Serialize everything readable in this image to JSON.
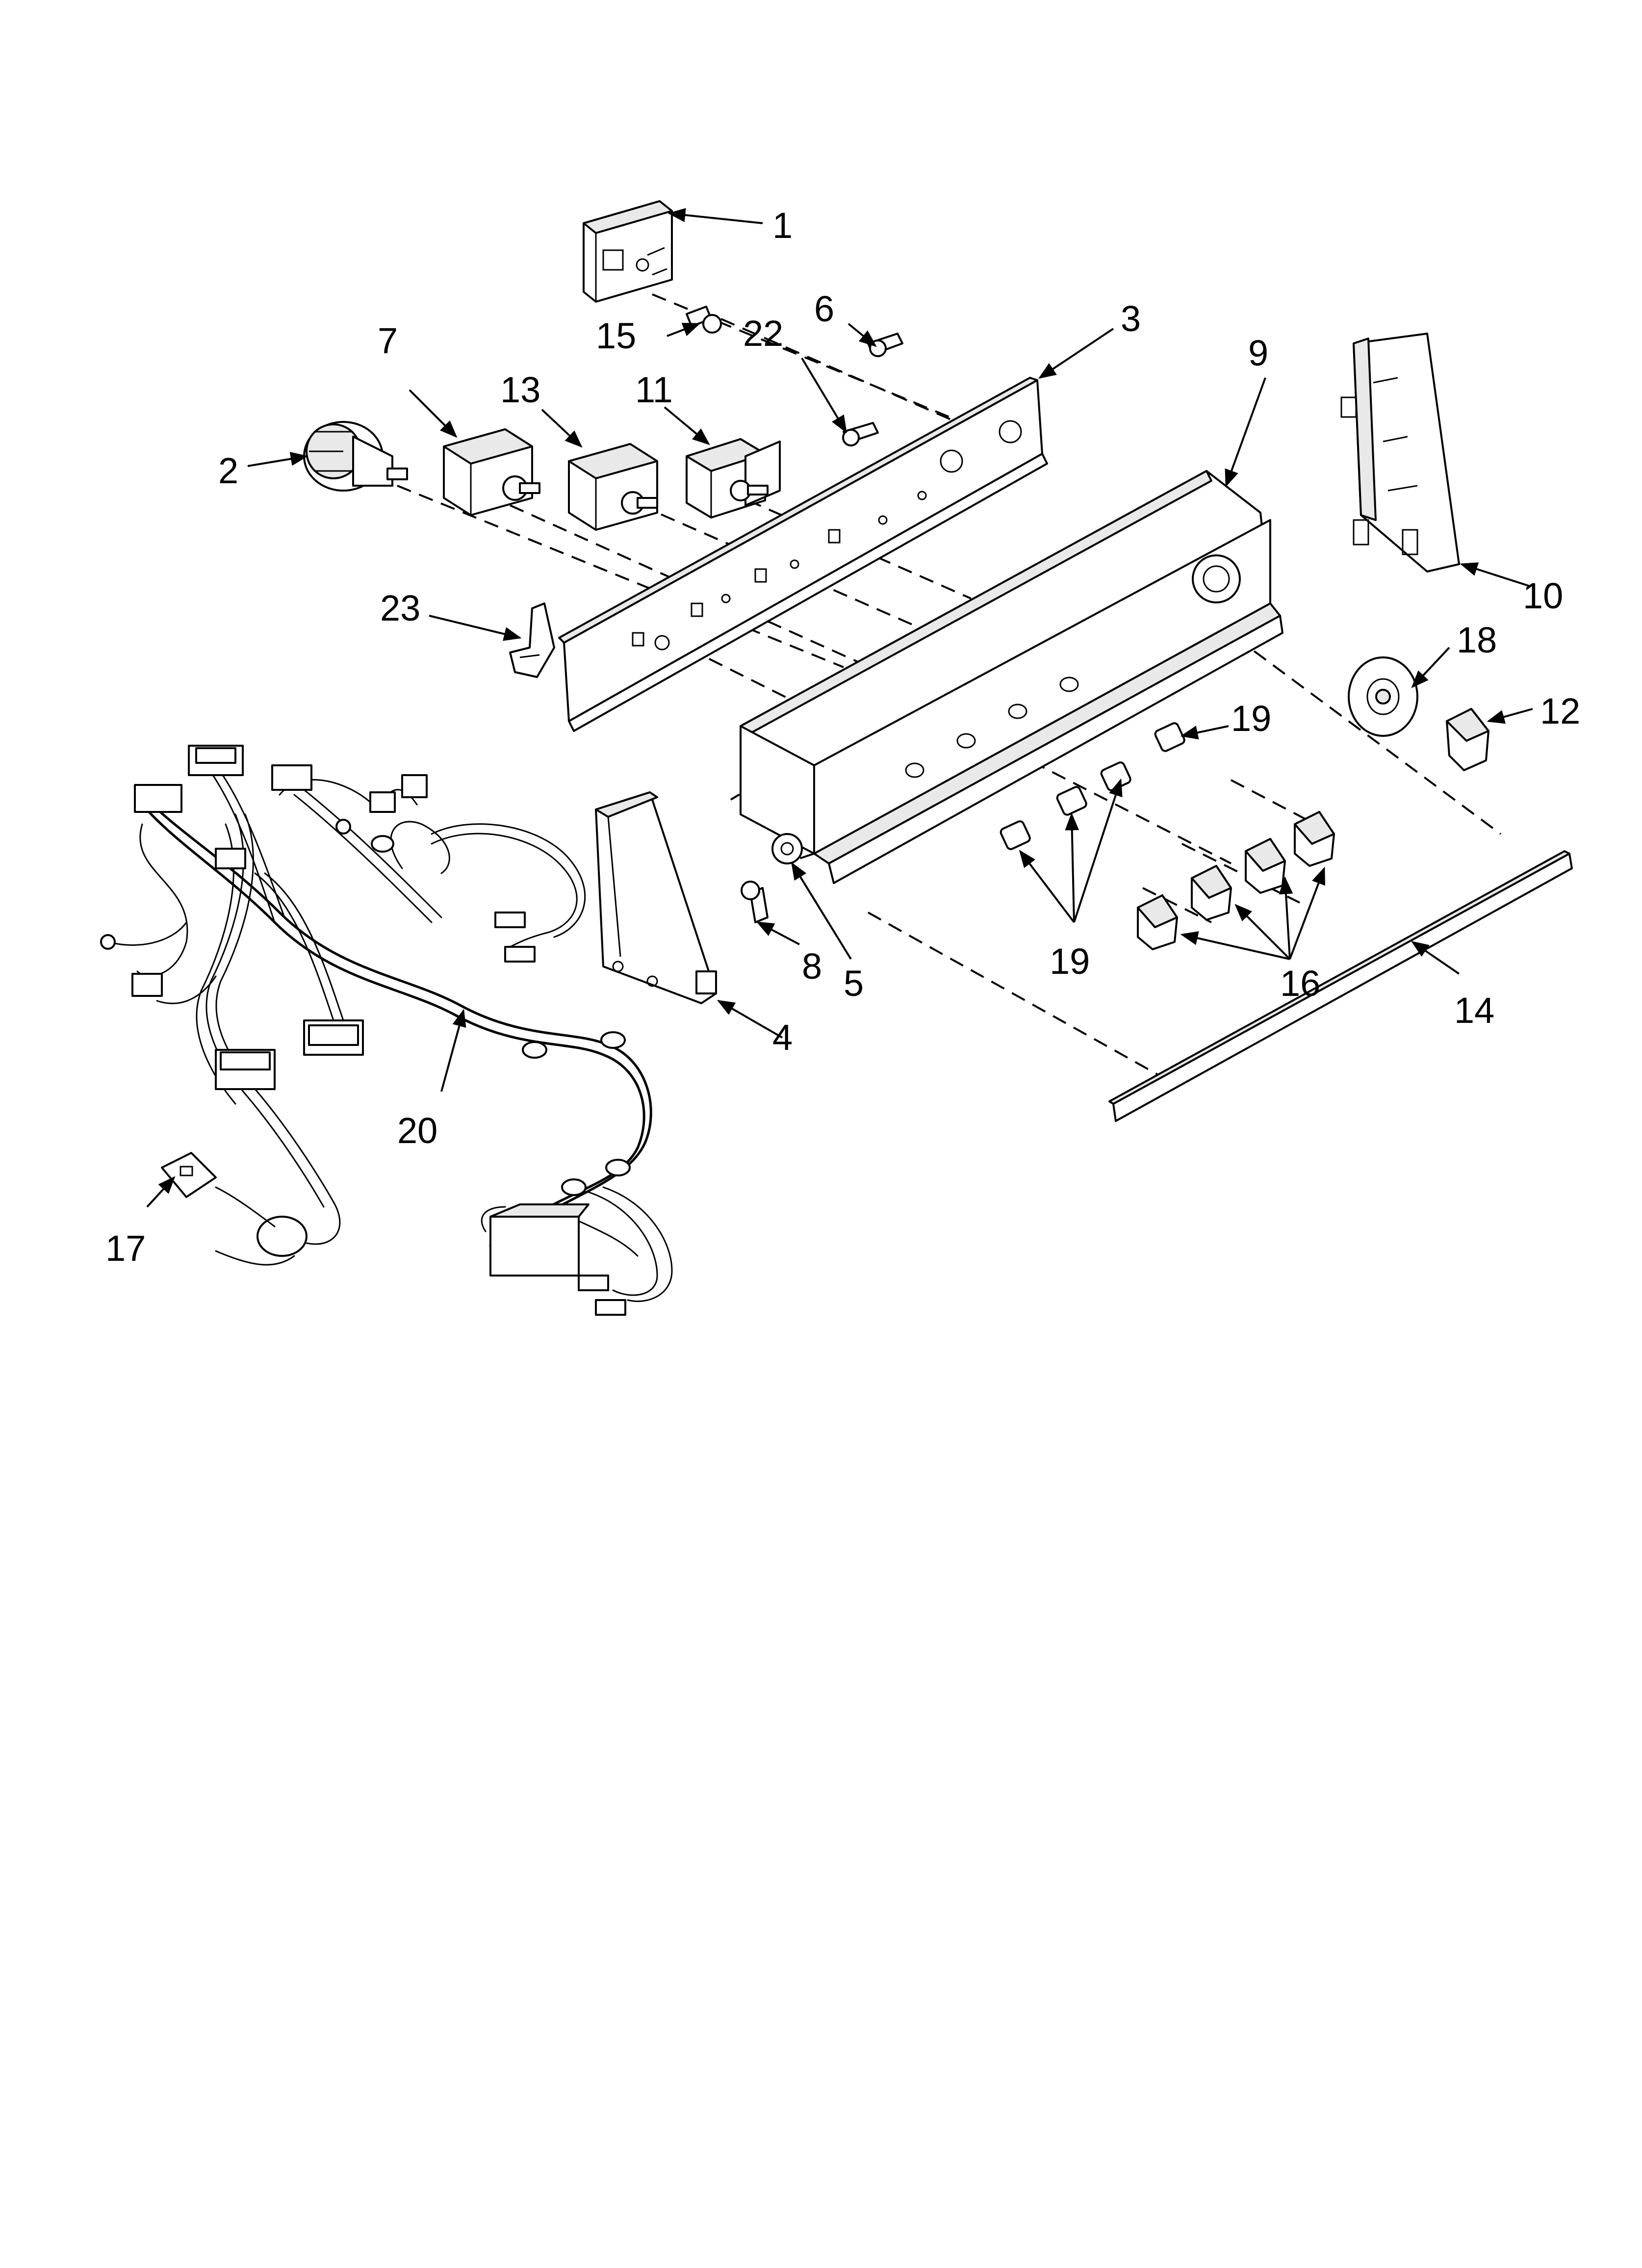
{
  "labels": {
    "l1": "1",
    "l2": "2",
    "l3": "3",
    "l4": "4",
    "l5": "5",
    "l6": "6",
    "l7": "7",
    "l8": "8",
    "l9": "9",
    "l10": "10",
    "l11": "11",
    "l12": "12",
    "l13": "13",
    "l14": "14",
    "l15": "15",
    "l16": "16",
    "l17": "17",
    "l18": "18",
    "l19a": "19",
    "l19b": "19",
    "l20": "20",
    "l22": "22",
    "l23": "23"
  },
  "colors": {
    "ink": "#000000",
    "paper": "#ffffff"
  }
}
